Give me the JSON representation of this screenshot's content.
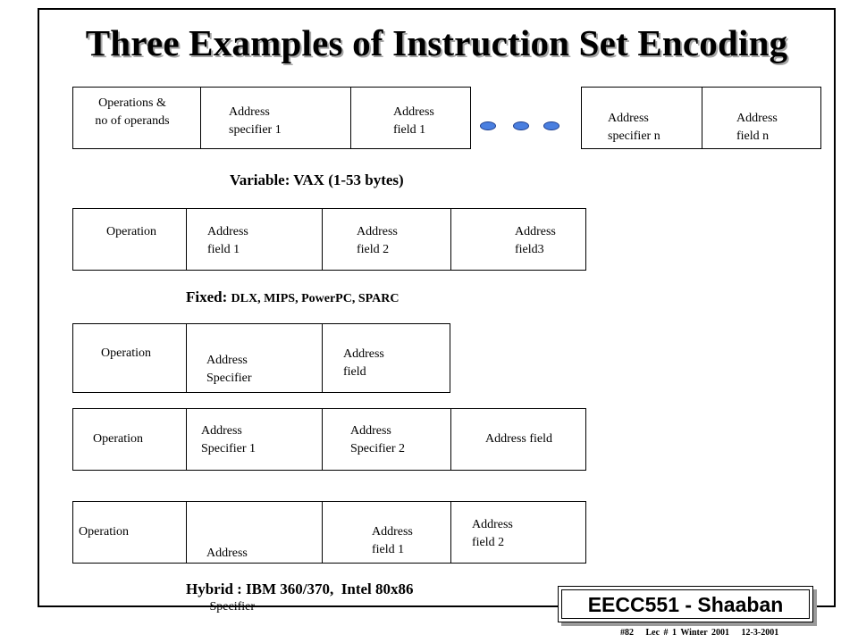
{
  "title": "Three Examples of Instruction Set Encoding",
  "variable": {
    "caption": "Variable: VAX  (1-53 bytes)",
    "fields": [
      [
        "Operations &",
        "no of operands"
      ],
      [
        "Address",
        "specifier 1"
      ],
      [
        "Address",
        "field 1"
      ],
      [
        "Address",
        "specifier n"
      ],
      [
        "Address",
        "field n"
      ]
    ]
  },
  "fixed": {
    "caption_bold": "Fixed: ",
    "caption_rest": "DLX, MIPS, PowerPC, SPARC",
    "fields": [
      [
        "Operation"
      ],
      [
        "Address",
        "field 1"
      ],
      [
        "Address",
        "field 2"
      ],
      [
        "Address",
        "field3"
      ]
    ]
  },
  "hybrid": {
    "caption": "Hybrid : IBM 360/370,  Intel 80x86",
    "row1": [
      [
        "Operation"
      ],
      [
        "Address",
        "Specifier"
      ],
      [
        "Address",
        "field"
      ]
    ],
    "row2": [
      [
        "Operation"
      ],
      [
        "Address",
        "Specifier 1"
      ],
      [
        "Address",
        "Specifier 2"
      ],
      [
        "Address field"
      ]
    ],
    "row3": [
      [
        "Operation"
      ],
      [
        "Address",
        " Specifier"
      ],
      [
        "Address",
        "field 1"
      ],
      [
        "Address",
        "field 2"
      ]
    ]
  },
  "badge": "EECC551 - Shaaban",
  "footer": "#82   Lec # 1 Winter 2001   12-3-2001"
}
